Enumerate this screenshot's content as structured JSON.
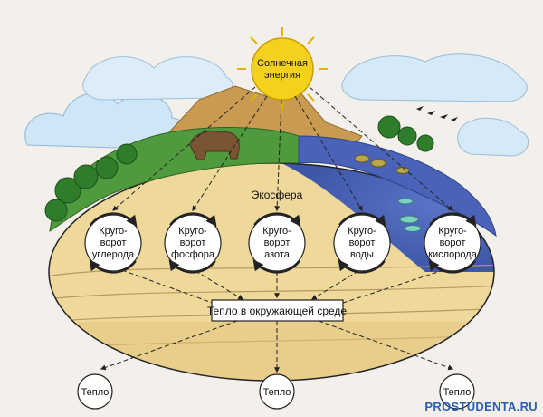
{
  "sun": {
    "line1": "Солнечная",
    "line2": "энергия"
  },
  "ecosphere_label": "Экосфера",
  "cycles": [
    {
      "line1": "Круго-",
      "line2": "ворот",
      "line3": "углерода"
    },
    {
      "line1": "Круго-",
      "line2": "ворот",
      "line3": "фосфора"
    },
    {
      "line1": "Круго-",
      "line2": "ворот",
      "line3": "азота"
    },
    {
      "line1": "Круго-",
      "line2": "ворот",
      "line3": "воды"
    },
    {
      "line1": "Круго-",
      "line2": "ворот",
      "line3": "кислорода"
    }
  ],
  "heat_box": "Тепло в окружающей среде",
  "heat_outputs": [
    "Тепло",
    "Тепло",
    "Тепло"
  ],
  "watermark": "PROSTUDENTA.RU",
  "colors": {
    "sun": "#f4d11c",
    "water": "#4a63b8",
    "soil": "#efd99a",
    "grass": "#4f9a3c",
    "sky_cloud": "#cfe6f7",
    "watermark": "#2b5fb2"
  }
}
